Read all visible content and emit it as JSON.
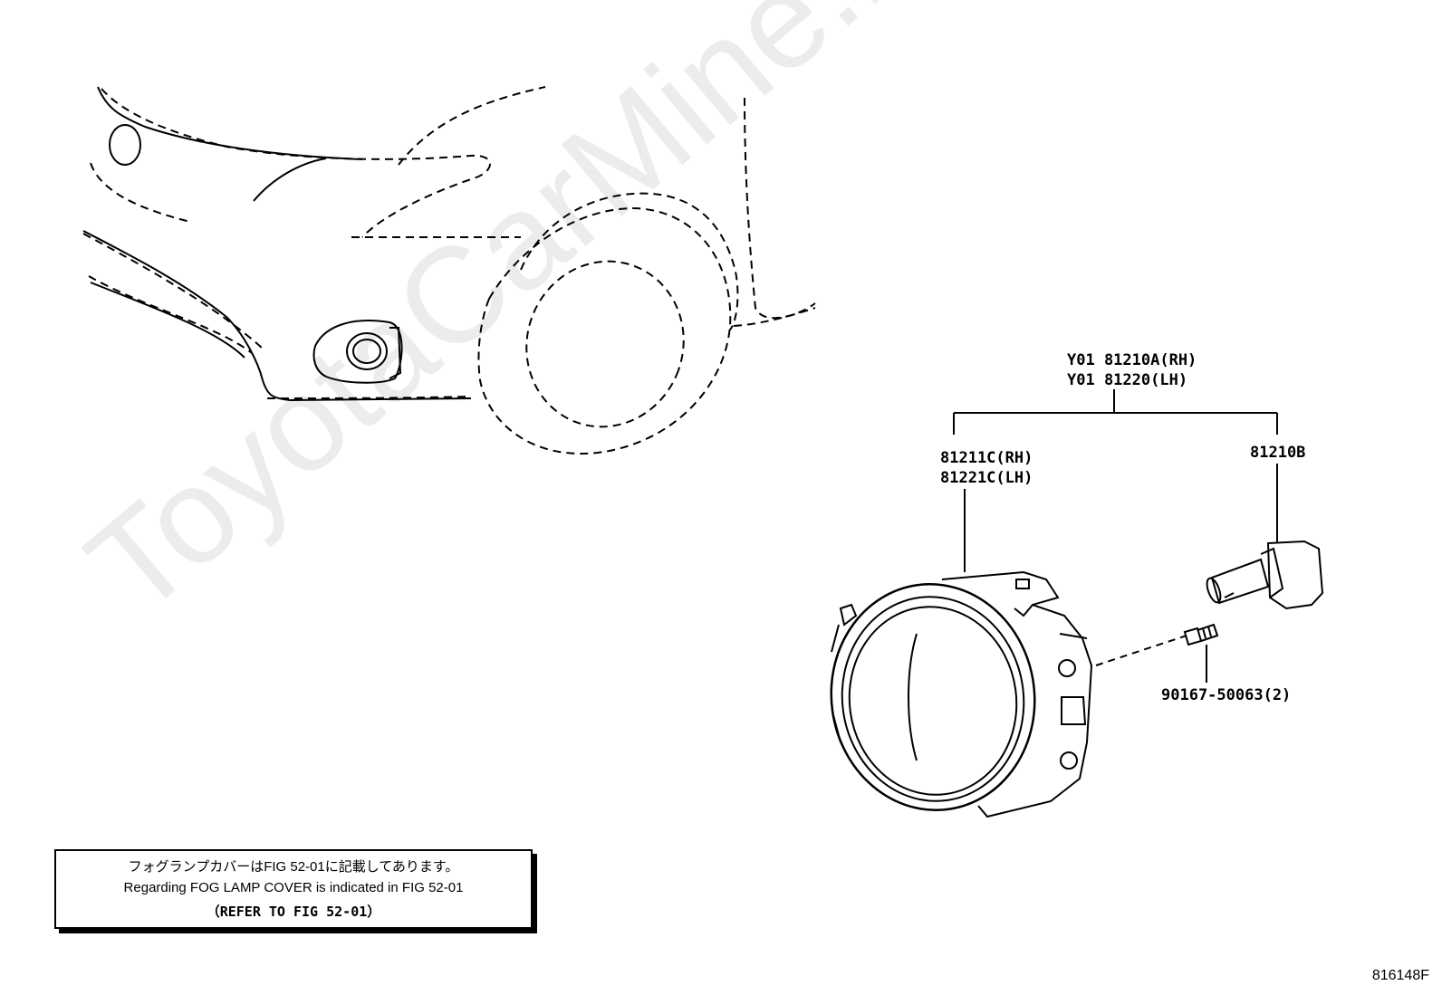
{
  "watermark": "ToyotaCarMine.ru",
  "parts": {
    "assembly_rh": "Y01 81210A(RH)",
    "assembly_lh": "Y01 81220(LH)",
    "unit_rh": "81211C(RH)",
    "unit_lh": "81221C(LH)",
    "bulb": "81210B",
    "screw": "90167-50063(2)"
  },
  "note": {
    "line_jp": "フォグランプカバーはFIG 52-01に記載してあります。",
    "line_en": "Regarding FOG LAMP COVER is indicated in FIG 52-01",
    "line_ref": "（REFER TO FIG 52-01）"
  },
  "figure_id": "816148F"
}
